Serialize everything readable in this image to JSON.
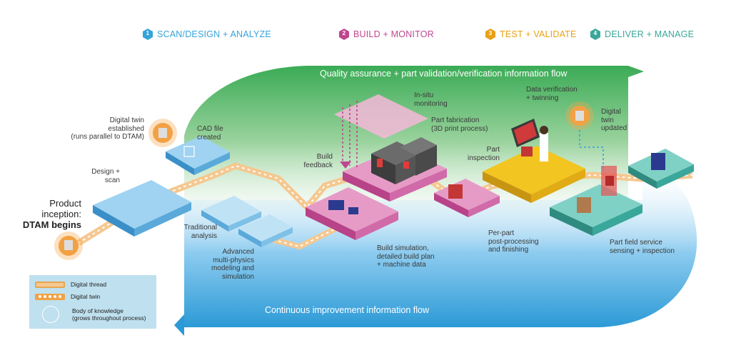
{
  "phases": [
    {
      "num": "1",
      "label": "SCAN/DESIGN + ANALYZE",
      "color": "#35a3d9"
    },
    {
      "num": "2",
      "label": "BUILD + MONITOR",
      "color": "#c0468f"
    },
    {
      "num": "3",
      "label": "TEST + VALIDATE",
      "color": "#e8a115"
    },
    {
      "num": "4",
      "label": "DELIVER + MANAGE",
      "color": "#3aa79b"
    }
  ],
  "flows": {
    "top": "Quality assurance + part validation/verification information flow",
    "bottom": "Continuous improvement information flow"
  },
  "title": {
    "line1": "Product",
    "line2": "inception:",
    "line3": "DTAM begins"
  },
  "labels": {
    "design_scan": [
      "Design +",
      "scan"
    ],
    "twin_established": [
      "Digital twin",
      "established",
      "(runs parallel to DTAM)"
    ],
    "cad_file": [
      "CAD file",
      "created"
    ],
    "traditional": [
      "Traditional",
      "analysis"
    ],
    "advanced": [
      "Advanced",
      "multi-physics",
      "modeling and",
      "simulation"
    ],
    "build_feedback": [
      "Build",
      "feedback"
    ],
    "insitu": [
      "In-situ",
      "monitoring"
    ],
    "fabrication": [
      "Part fabrication",
      "(3D print process)"
    ],
    "build_sim": [
      "Build simulation,",
      "detailed build plan",
      "+ machine data"
    ],
    "per_part": [
      "Per-part",
      "post-processing",
      "and finishing"
    ],
    "part_inspection": [
      "Part",
      "inspection"
    ],
    "data_verif": [
      "Data verification",
      "+ twinning"
    ],
    "twin_updated": [
      "Digital",
      "twin",
      "updated"
    ],
    "field_service": [
      "Part field service",
      "sensing + inspection"
    ]
  },
  "legend": {
    "thread": "Digital thread",
    "twin": "Digital twin",
    "bok_line1": "Body of knowledge",
    "bok_line2": "(grows throughout process)"
  },
  "colors": {
    "green_flow": "#3fae5c",
    "blue_flow": "#2f9fd8",
    "thread": "#f5c890",
    "twin_dots": "#f2a144"
  }
}
